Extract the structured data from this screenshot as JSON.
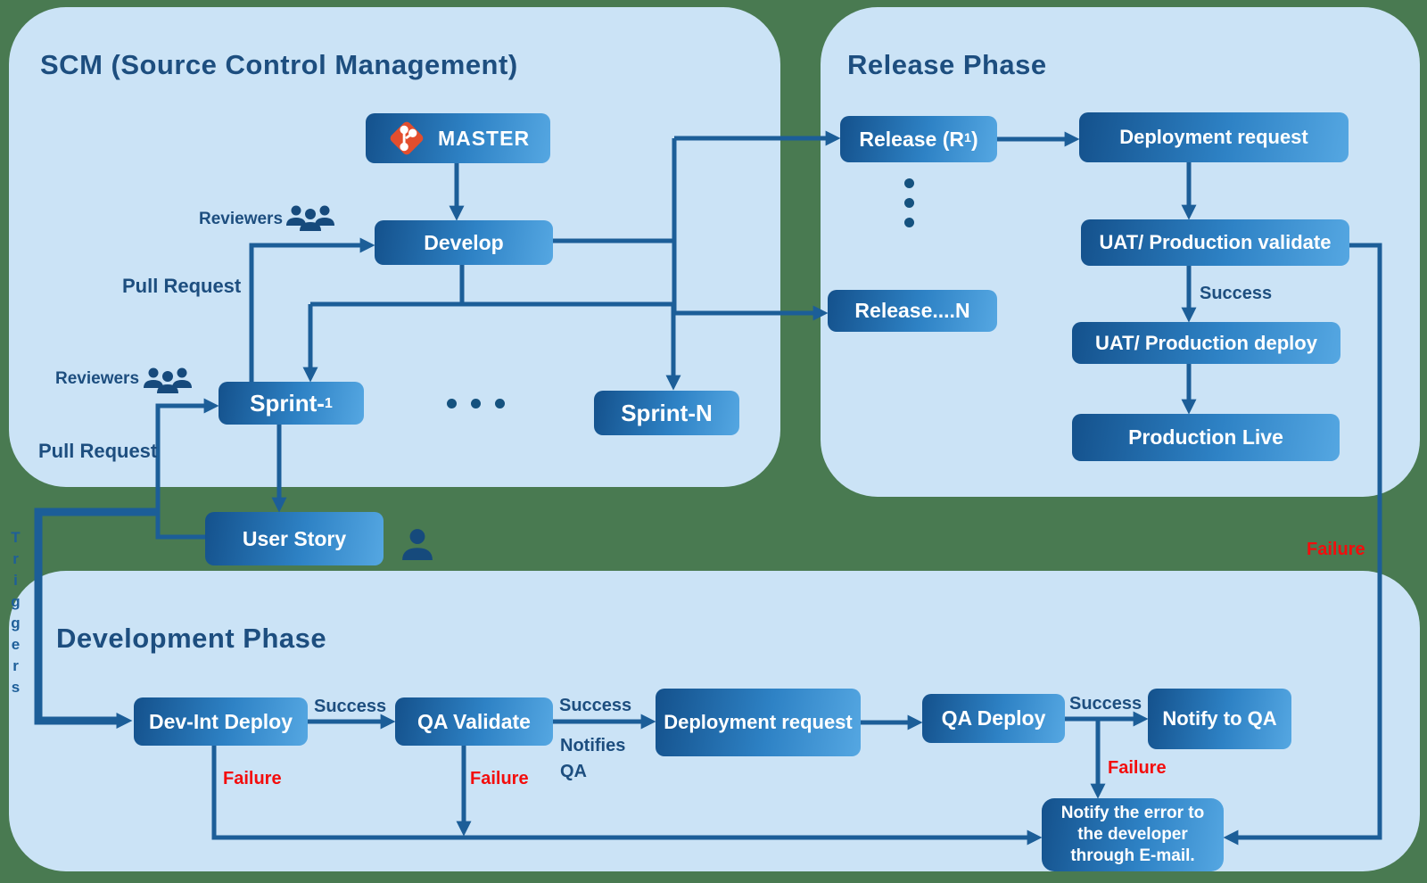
{
  "colors": {
    "background_green": "#497a51",
    "panel_blue": "#cbe3f6",
    "node_gradient_start": "#14518c",
    "node_gradient_end": "#55a7e2",
    "line_blue": "#1c5e98",
    "label_navy": "#1d4e7f",
    "failure_red": "#f30d0d",
    "git_orange": "#e34e2e"
  },
  "scm": {
    "title": "SCM (Source Control Management)",
    "nodes": {
      "master": "MASTER",
      "develop": "Develop",
      "sprint1_pre": "Sprint-",
      "sprint1_sub": "1",
      "sprint_n": "Sprint-N",
      "user_story": "User Story"
    },
    "labels": {
      "reviewers_develop": "Reviewers",
      "pull_request_develop": "Pull Request",
      "reviewers_sprint": "Reviewers",
      "pull_request_sprint": "Pull Request"
    }
  },
  "release": {
    "title": "Release Phase",
    "nodes": {
      "release_r1_pre": "Release (R",
      "release_r1_sub": "1",
      "release_r1_post": ")",
      "release_n": "Release....N",
      "deployment_request": "Deployment request",
      "uat_validate": "UAT/ Production validate",
      "uat_deploy": "UAT/ Production deploy",
      "production_live": "Production Live"
    },
    "labels": {
      "success": "Success",
      "failure": "Failure"
    }
  },
  "development": {
    "title": "Development Phase",
    "trigger_label": "Triggers",
    "nodes": {
      "dev_int_deploy": "Dev-Int Deploy",
      "qa_validate": "QA Validate",
      "deployment_request": "Deployment request",
      "qa_deploy": "QA Deploy",
      "notify_qa": "Notify to QA",
      "notify_error": "Notify the error to the developer through E-mail."
    },
    "labels": {
      "success_dev": "Success",
      "success_qa": "Success",
      "notifies_qa": "Notifies QA",
      "success_deploy": "Success",
      "failure_dev": "Failure",
      "failure_qa": "Failure",
      "failure_deploy": "Failure"
    }
  }
}
